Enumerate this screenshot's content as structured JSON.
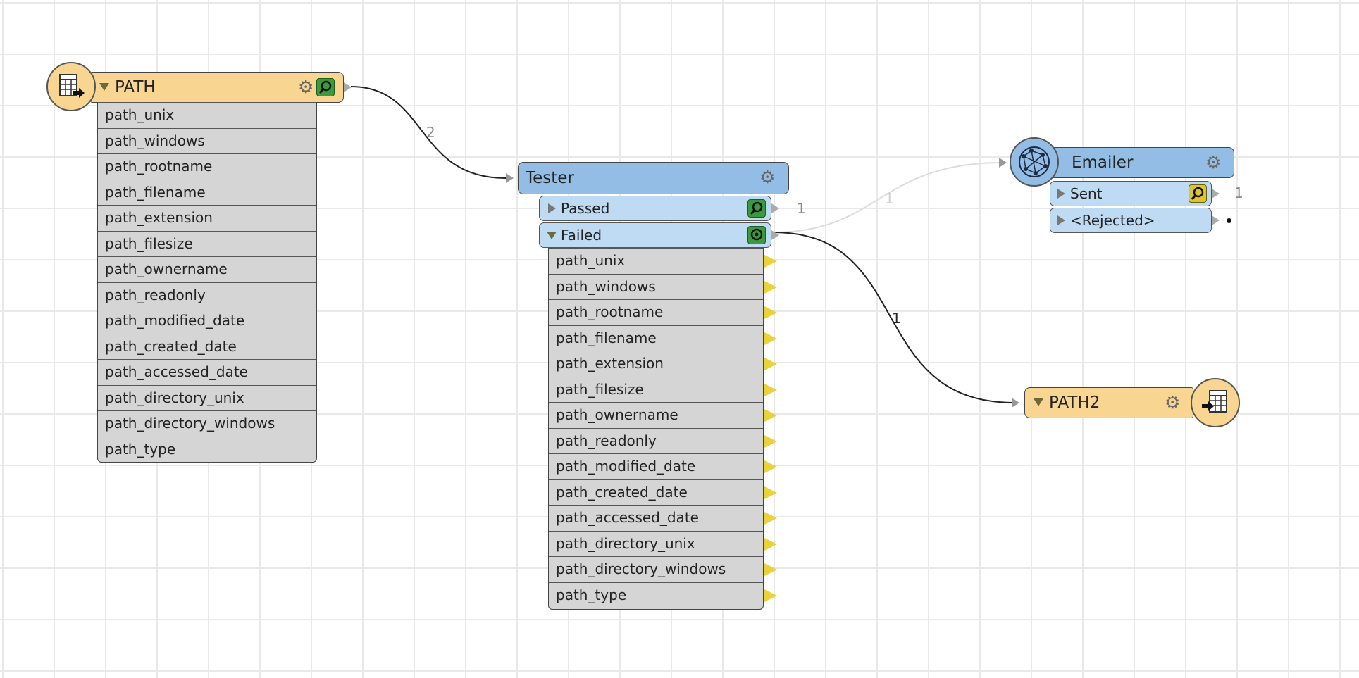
{
  "reader": {
    "title": "PATH",
    "attributes": [
      "path_unix",
      "path_windows",
      "path_rootname",
      "path_filename",
      "path_extension",
      "path_filesize",
      "path_ownername",
      "path_readonly",
      "path_modified_date",
      "path_created_date",
      "path_accessed_date",
      "path_directory_unix",
      "path_directory_windows",
      "path_type"
    ],
    "output_count": "2"
  },
  "tester": {
    "title": "Tester",
    "ports": {
      "passed": "Passed",
      "failed": "Failed"
    },
    "passed_count": "1",
    "failed_attributes": [
      "path_unix",
      "path_windows",
      "path_rootname",
      "path_filename",
      "path_extension",
      "path_filesize",
      "path_ownername",
      "path_readonly",
      "path_modified_date",
      "path_created_date",
      "path_accessed_date",
      "path_directory_unix",
      "path_directory_windows",
      "path_type"
    ],
    "failed_count": "1"
  },
  "emailer": {
    "title": "Emailer",
    "ports": {
      "sent": "Sent",
      "rejected": "<Rejected>"
    },
    "sent_count": "1"
  },
  "writer": {
    "title": "PATH2"
  },
  "icons": {
    "reader": "table-export-icon",
    "writer": "table-export-icon",
    "emailer": "network-globe-icon",
    "settings": "gear-icon",
    "inspect": "magnifier-icon"
  },
  "colors": {
    "reader_header": "#f9d592",
    "transformer_header": "#93bde4",
    "port": "#bfdaf3",
    "attribute": "#d5d5d5"
  }
}
